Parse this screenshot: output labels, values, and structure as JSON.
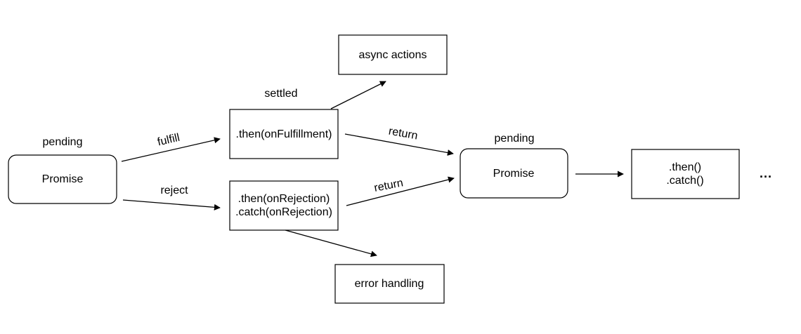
{
  "nodes": {
    "promise_initial": {
      "label": "Promise",
      "state": "pending"
    },
    "then_fulfillment": {
      "label": ".then(onFulfillment)",
      "state": "settled"
    },
    "then_catch_rejection": {
      "line1": ".then(onRejection)",
      "line2": ".catch(onRejection)"
    },
    "async_actions": {
      "label": "async actions"
    },
    "error_handling": {
      "label": "error handling"
    },
    "promise_returned": {
      "label": "Promise",
      "state": "pending"
    },
    "then_catch_next": {
      "line1": ".then()",
      "line2": ".catch()"
    },
    "continuation": {
      "label": "..."
    }
  },
  "edges": {
    "fulfill": "fulfill",
    "reject": "reject",
    "return_top": "return",
    "return_bottom": "return"
  }
}
